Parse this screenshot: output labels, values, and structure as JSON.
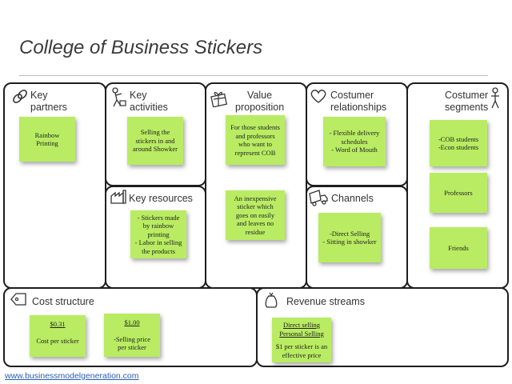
{
  "title": "College of Business Stickers",
  "footer_link": "www.businessmodelgeneration.com",
  "blocks": {
    "key_partners": {
      "label": [
        "Key",
        "partners"
      ],
      "icon": "link-icon",
      "notes": [
        [
          "Rainbow",
          "Printing"
        ]
      ]
    },
    "key_activities": {
      "label": [
        "Key",
        "activities"
      ],
      "icon": "person-working-icon",
      "notes": [
        [
          "Selling the",
          "stickers in and",
          "around Showker"
        ]
      ]
    },
    "key_resources": {
      "label": [
        "Key resources"
      ],
      "icon": "factory-icon",
      "notes": [
        [
          "- Stickers made",
          "by rainbow",
          "printing",
          "",
          "- Labor in selling",
          "the products"
        ]
      ]
    },
    "value_proposition": {
      "label": [
        "Value",
        "proposition"
      ],
      "icon": "gift-icon",
      "notes": [
        [
          "For those students",
          "and professors",
          "who want to",
          "represent COB"
        ],
        [
          "An inexpensive",
          "sticker which",
          "goes on easily",
          "and leaves no",
          "residue"
        ]
      ]
    },
    "customer_relationships": {
      "label": [
        "Costumer",
        "relationships"
      ],
      "icon": "heart-icon",
      "notes": [
        [
          "- Flexible delivery",
          "schedules",
          "- Word of Mouth"
        ]
      ]
    },
    "channels": {
      "label": [
        "Channels"
      ],
      "icon": "truck-icon",
      "notes": [
        [
          "-Direct Selling",
          "- Sitting in showker"
        ]
      ]
    },
    "customer_segments": {
      "label": [
        "Costumer",
        "segments"
      ],
      "icon": "person-icon",
      "notes": [
        [
          "-COB students",
          "-Econ students"
        ],
        [
          "Professors"
        ],
        [
          "Friends"
        ]
      ]
    },
    "cost_structure": {
      "label": [
        "Cost structure"
      ],
      "icon": "price-tag-icon",
      "notes": [
        {
          "head": "$0.31",
          "body": [
            "Cost per sticker"
          ]
        },
        {
          "head": "$1.00",
          "body": [
            "-Selling price",
            "per sticker"
          ]
        }
      ]
    },
    "revenue_streams": {
      "label": [
        "Revenue streams"
      ],
      "icon": "money-bag-icon",
      "notes": [
        {
          "head": [
            "Direct selling",
            "Personal Selling"
          ],
          "body": [
            "$1 per sticker is an",
            "effective price"
          ]
        }
      ]
    }
  },
  "colors": {
    "note": "#b9ec62",
    "border": "#1e1e1e",
    "link": "#2a5db0"
  }
}
